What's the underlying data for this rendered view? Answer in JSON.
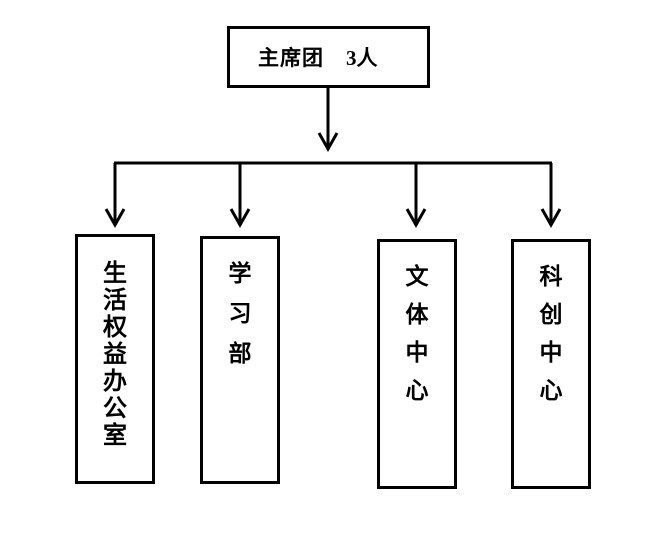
{
  "root": {
    "title": "主席团",
    "count": "3人"
  },
  "departments": [
    {
      "name": "生活权益办公室"
    },
    {
      "name": "学习部"
    },
    {
      "name": "文体中心"
    },
    {
      "name": "科创中心"
    }
  ],
  "colors": {
    "line": "#000000",
    "box_border": "#000000",
    "background": "#ffffff"
  }
}
